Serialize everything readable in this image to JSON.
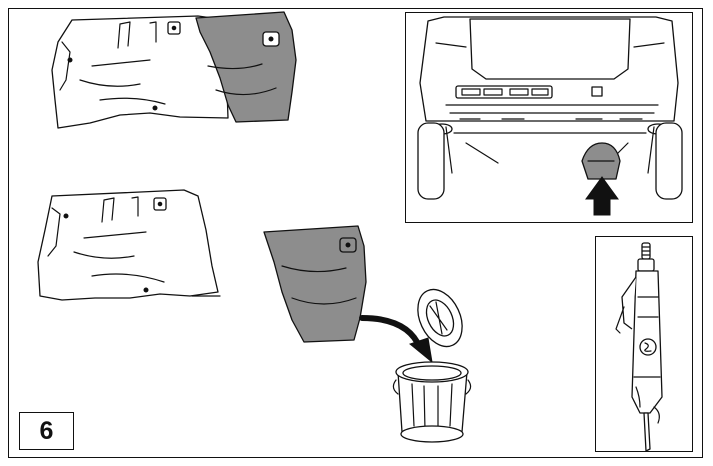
{
  "step": {
    "number": "6"
  },
  "colors": {
    "removed_part": "#8d8d8d",
    "line": "#111111",
    "background": "#ffffff"
  },
  "icons": [
    "floor-panel-with-cut-section",
    "floor-panel-cut",
    "removed-wheel-arch-section",
    "disposal-arrow",
    "trash-bin",
    "car-rear-underbody",
    "location-arrow",
    "pneumatic-saw"
  ]
}
